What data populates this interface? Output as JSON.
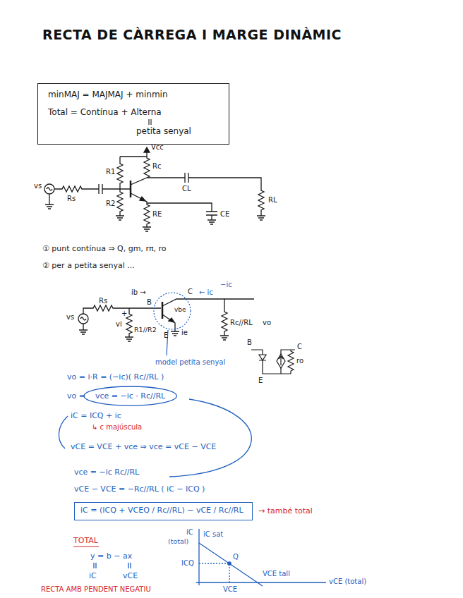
{
  "diagram": {
    "title": "RECTA DE CÀRREGA I MARGE DINÀMIC",
    "nodes": [
      {
        "text": [
          "minMAJ = MAJMAJ + minmin",
          "Total = Contínua + Alterna",
          "petita senyal"
        ]
      },
      {
        "text": [
          "iC = (ICQ + VCEQ / Rc//RL) − vCE / Rc//RL"
        ]
      }
    ],
    "labels": [
      "Vcc",
      "R1",
      "Rc",
      "vs",
      "Rs",
      "R2",
      "CL",
      "RE",
      "CE",
      "RL",
      "① punt contínua ⇒ Q, gm, rπ, ro",
      "② per a petita senyal ...",
      "vs",
      "Rs",
      "+",
      "vi",
      "R1//R2",
      "ib →",
      "B",
      "C",
      "vbe",
      "E",
      "ie",
      "← ic",
      "−ic",
      "Rc//RL",
      "vo",
      "model petita senyal",
      "B",
      "C",
      "E",
      "ro",
      "vo = i·R = (−ic)( Rc//RL )",
      "vo =",
      "vce = −ic · Rc//RL",
      "iC = ICQ + ic",
      "↳ c majúscula",
      "vCE = VCE + vce ⇒ vce = vCE − VCE",
      "vce = −ic Rc//RL",
      "vCE − VCE = −Rc//RL ( iC − ICQ )",
      "→ també total",
      "TOTAL",
      "y = b − ax",
      "iC",
      "vCE",
      "RECTA AMB PENDENT NEGATIU",
      "iC",
      "(total)",
      "iC sat",
      "ICQ",
      "Q",
      "VCE",
      "VCE tall",
      "vCE (total)"
    ]
  }
}
